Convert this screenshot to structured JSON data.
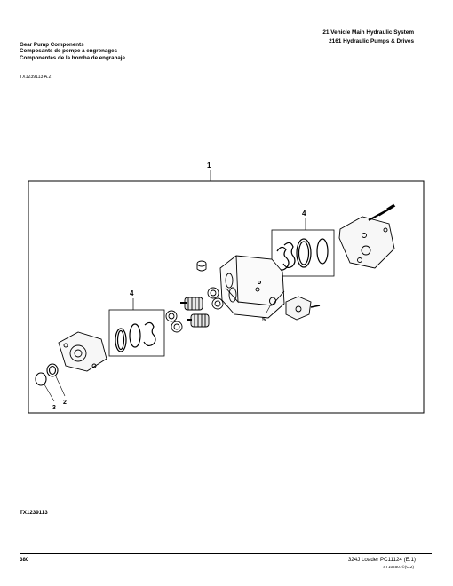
{
  "header": {
    "section": "21 Vehicle Main Hydraulic System",
    "group": "2161 Hydraulic Pumps & Drives"
  },
  "titles": {
    "english": "Gear Pump Components",
    "french": "Composants de pompe à engrenages",
    "spanish": "Componentes de la bomba de engranaje"
  },
  "illustration_ref": "TX1239113 A.2",
  "callouts": {
    "c1": "1",
    "c2": "2",
    "c3": "3",
    "c4_left": "4",
    "c4_right": "4",
    "c5": "5"
  },
  "figure_code": "TX1239113",
  "footer": {
    "page": "380",
    "model": "324J Loader   PC11124   (E.1)",
    "stcode": "ST102507©(C.2)"
  }
}
